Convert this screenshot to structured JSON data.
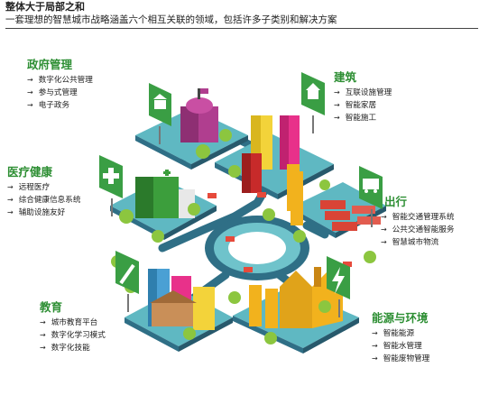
{
  "header": {
    "title": "整体大于局部之和",
    "subtitle": "一套理想的智慧城市战略涵盖六个相互关联的领域，包括许多子类别和解决方案"
  },
  "categories": [
    {
      "id": "gov",
      "title": "政府管理",
      "items": [
        "数字化公共管理",
        "参与式管理",
        "电子政务"
      ],
      "icon": "government-building-icon"
    },
    {
      "id": "build",
      "title": "建筑",
      "items": [
        "互联设施管理",
        "智能家居",
        "智能施工"
      ],
      "icon": "house-icon"
    },
    {
      "id": "health",
      "title": "医疗健康",
      "items": [
        "远程医疗",
        "综合健康信息系统",
        "辅助设施友好"
      ],
      "icon": "medical-cross-icon"
    },
    {
      "id": "mobility",
      "title": "出行",
      "items": [
        "智能交通管理系统",
        "公共交通智能服务",
        "智慧城市物流"
      ],
      "icon": "bus-icon"
    },
    {
      "id": "edu",
      "title": "教育",
      "items": [
        "城市教育平台",
        "数字化学习模式",
        "数字化技能"
      ],
      "icon": "pencil-icon"
    },
    {
      "id": "energy",
      "title": "能源与环境",
      "items": [
        "智能能源",
        "智能水管理",
        "智能废物管理"
      ],
      "icon": "lightning-icon"
    }
  ],
  "colors": {
    "accent_green": "#2e8f34",
    "road": "#2f6f86",
    "platform_top": "#5fb8c2",
    "tree": "#8cc63f",
    "building_purple": "#b03e8f",
    "building_yellow": "#f3d33a",
    "building_pink": "#e8318a",
    "factory_yellow": "#f2b21d"
  }
}
